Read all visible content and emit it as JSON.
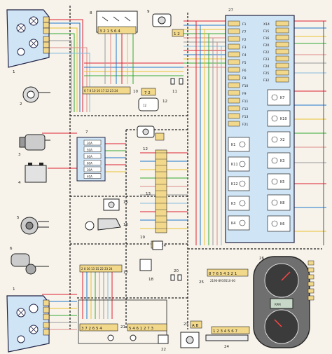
{
  "components": {
    "c1": "1",
    "c2": "2",
    "c3": "3",
    "c4": "4",
    "c5": "5",
    "c6": "6",
    "c7": "7",
    "c8": "8",
    "c9": "9",
    "c10": "10",
    "c11": "11",
    "c12a": "12",
    "c12b": "12",
    "c13": "13",
    "c14": "14",
    "c15": "15",
    "c16": "16",
    "c17": "17",
    "c18": "18",
    "c19": "19",
    "c20": "20",
    "c21": "21",
    "c22": "22",
    "c23": "23",
    "c24": "24",
    "c25": "25",
    "c26": "26",
    "c27": "27",
    "c1b": "1"
  },
  "connectors": {
    "conn8": "3 2 1 5 6 4",
    "conn9": "1 2",
    "conn10": "6 7 8 10 16 17 22 23 24",
    "conn12top": "7 2",
    "conn17": "2 8 16 13 15 22 23 24",
    "conn21a": "3 7 2 6 5 4",
    "conn21b": "5 4 6 1 2 7 3",
    "conn23": "A B",
    "conn24": "1 2 3 4 5 6 7",
    "conn25": "8 7 6 5 4 3 2 1",
    "conn25code": "2190-8919510-00"
  },
  "relay_block": {
    "fuses_left": [
      "F1",
      "F7",
      "F2",
      "F3",
      "F4",
      "F5",
      "F6",
      "F8",
      "F10",
      "F9",
      "F11",
      "F12",
      "F13",
      "F21"
    ],
    "fuses_right": [
      "X14",
      "F15",
      "F16",
      "F20",
      "F22",
      "F23",
      "F24",
      "F25",
      "F32"
    ],
    "relays_left": [
      "K1",
      "K11",
      "K12",
      "K3",
      "K4"
    ],
    "relays_right": [
      "K7",
      "K10",
      "X2",
      "K3",
      "K5",
      "K8",
      "K6"
    ]
  },
  "fuse_box": {
    "fuses": [
      "30A",
      "50A",
      "60A",
      "60A",
      "30A",
      "40A"
    ]
  },
  "misc": {
    "dash_text": "RPM"
  }
}
